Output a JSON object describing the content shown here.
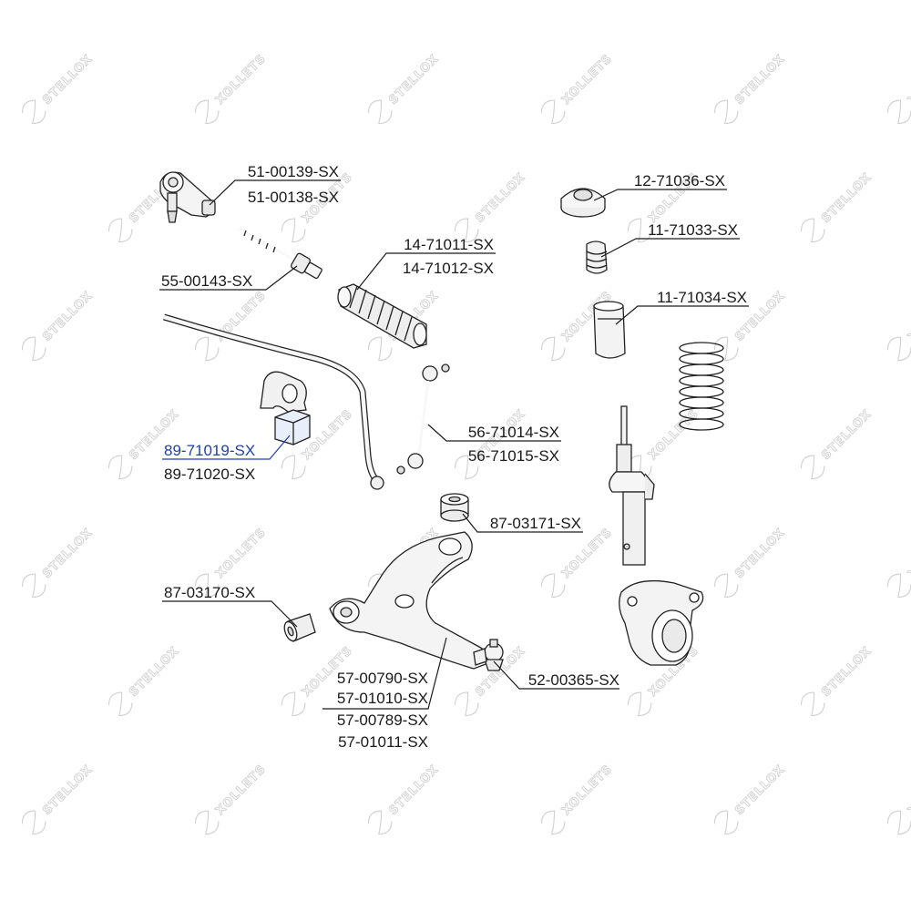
{
  "watermark": {
    "brand": "STELLOX",
    "brand_mirrored": "XOLLETS"
  },
  "highlight_color": "#1f3fae",
  "parts": {
    "tie_rod_end": {
      "icon": "tie-rod-end-icon",
      "codes": [
        "51-00139-SX",
        "51-00138-SX"
      ]
    },
    "inner_tie_rod": {
      "icon": "inner-tie-rod-icon",
      "codes": [
        "55-00143-SX"
      ]
    },
    "steering_boot": {
      "icon": "steering-boot-icon",
      "codes": [
        "14-71011-SX",
        "14-71012-SX"
      ]
    },
    "strut_mount": {
      "icon": "strut-mount-icon",
      "codes": [
        "12-71036-SX"
      ]
    },
    "bump_stop": {
      "icon": "bump-stop-icon",
      "codes": [
        "11-71033-SX"
      ]
    },
    "dust_cover": {
      "icon": "dust-cover-icon",
      "codes": [
        "11-71034-SX"
      ]
    },
    "stabilizer_link": {
      "icon": "stabilizer-link-icon",
      "codes": [
        "56-71014-SX",
        "56-71015-SX"
      ]
    },
    "stabilizer_bushing": {
      "icon": "stabilizer-bushing-icon",
      "codes": [
        "89-71019-SX",
        "89-71020-SX"
      ]
    },
    "arm_bushing_rear": {
      "icon": "arm-bushing-icon",
      "codes": [
        "87-03171-SX"
      ]
    },
    "arm_bushing_front": {
      "icon": "arm-bushing-icon",
      "codes": [
        "87-03170-SX"
      ]
    },
    "control_arm": {
      "icon": "control-arm-icon",
      "codes": [
        "57-00790-SX",
        "57-01010-SX",
        "57-00789-SX",
        "57-01011-SX"
      ]
    },
    "ball_joint": {
      "icon": "ball-joint-icon",
      "codes": [
        "52-00365-SX"
      ]
    },
    "shock_absorber": {
      "icon": "shock-absorber-icon"
    },
    "coil_spring": {
      "icon": "coil-spring-icon"
    },
    "steering_knuckle": {
      "icon": "steering-knuckle-icon"
    },
    "stabilizer_bar": {
      "icon": "stabilizer-bar-icon"
    }
  }
}
